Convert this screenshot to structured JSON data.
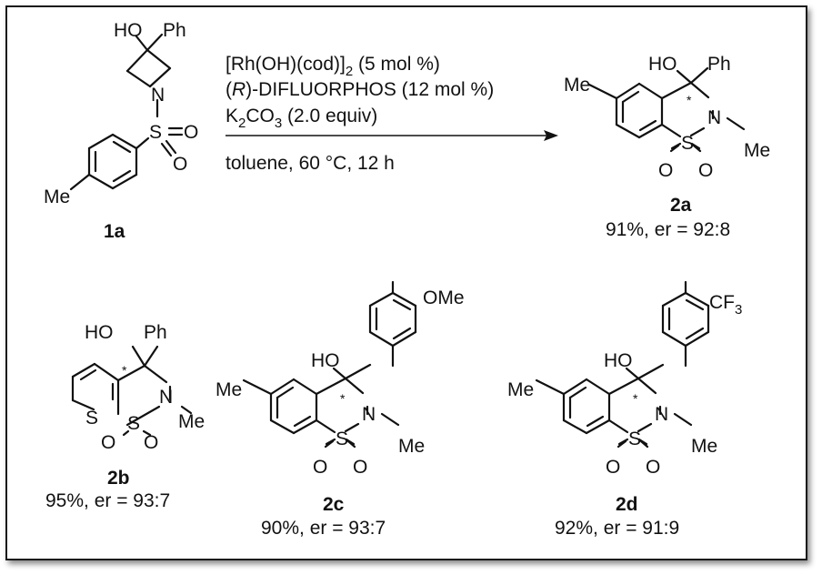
{
  "labels": {
    "HO": "HO",
    "Ph": "Ph",
    "N": "N",
    "S": "S",
    "O": "O",
    "Me": "Me",
    "OMe": "OMe",
    "CF": "CF",
    "three": "3",
    "star": "*"
  },
  "reaction": {
    "line1_main": "[Rh(OH)(cod)]",
    "line1_sub": "2",
    "line1_rest": " (5 mol %)",
    "line2_open": "(",
    "line2_italic": "R",
    "line2_rest": ")-DIFLUORPHOS (12 mol %)",
    "line3_main": "K",
    "line3_sub1": "2",
    "line3_mid": "CO",
    "line3_sub2": "3",
    "line3_rest": " (2.0 equiv)",
    "conditions": "toluene, 60 °C, 12 h"
  },
  "compounds": {
    "sm": {
      "id": "1a"
    },
    "p2a": {
      "id": "2a",
      "result": "91%, er = 92:8"
    },
    "p2b": {
      "id": "2b",
      "result": "95%, er = 93:7"
    },
    "p2c": {
      "id": "2c",
      "result": "90%, er = 93:7"
    },
    "p2d": {
      "id": "2d",
      "result": "92%, er = 91:9"
    }
  }
}
